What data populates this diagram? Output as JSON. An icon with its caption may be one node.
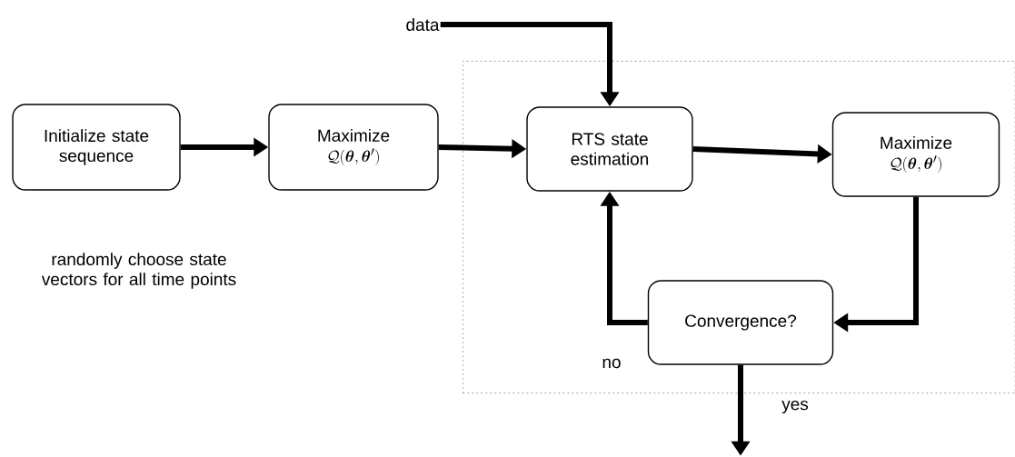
{
  "diagram": {
    "nodes": [
      {
        "text": [
          "Initialize state sequence"
        ],
        "beside": [
          "randomly choose state vectors for all time points"
        ]
      },
      {
        "text": [
          "Maximize",
          "\\mathcal{Q}(\\boldsymbol{\\theta},\\boldsymbol{\\theta}')"
        ]
      },
      {
        "text": [
          "data"
        ]
      },
      {
        "text": [],
        "shape": "box"
      },
      {
        "text": [
          "RTS state estimation"
        ],
        "in": 3
      },
      {
        "text": [
          "Maximize",
          "\\mathcal{Q}(\\boldsymbol{\\theta},\\boldsymbol{\\theta}')"
        ],
        "in": 3
      },
      {
        "text": [
          "Convergence?"
        ],
        "in": 3
      }
    ],
    "edges": [
      {
        "from": 0,
        "to": 1,
        "arrow": "to"
      },
      {
        "from": 1,
        "to": 4,
        "arrow": "to"
      },
      {
        "from": 2,
        "to": 4,
        "arrow": "to"
      },
      {
        "from": 4,
        "to": 5,
        "arrow": "to"
      },
      {
        "from": 5,
        "to": 6,
        "arrow": "to"
      },
      {
        "from": 6,
        "to": 4,
        "arrow": "to",
        "label": "no"
      },
      {
        "from": 6,
        "to": null,
        "arrow": "to",
        "label": "yes"
      }
    ]
  }
}
